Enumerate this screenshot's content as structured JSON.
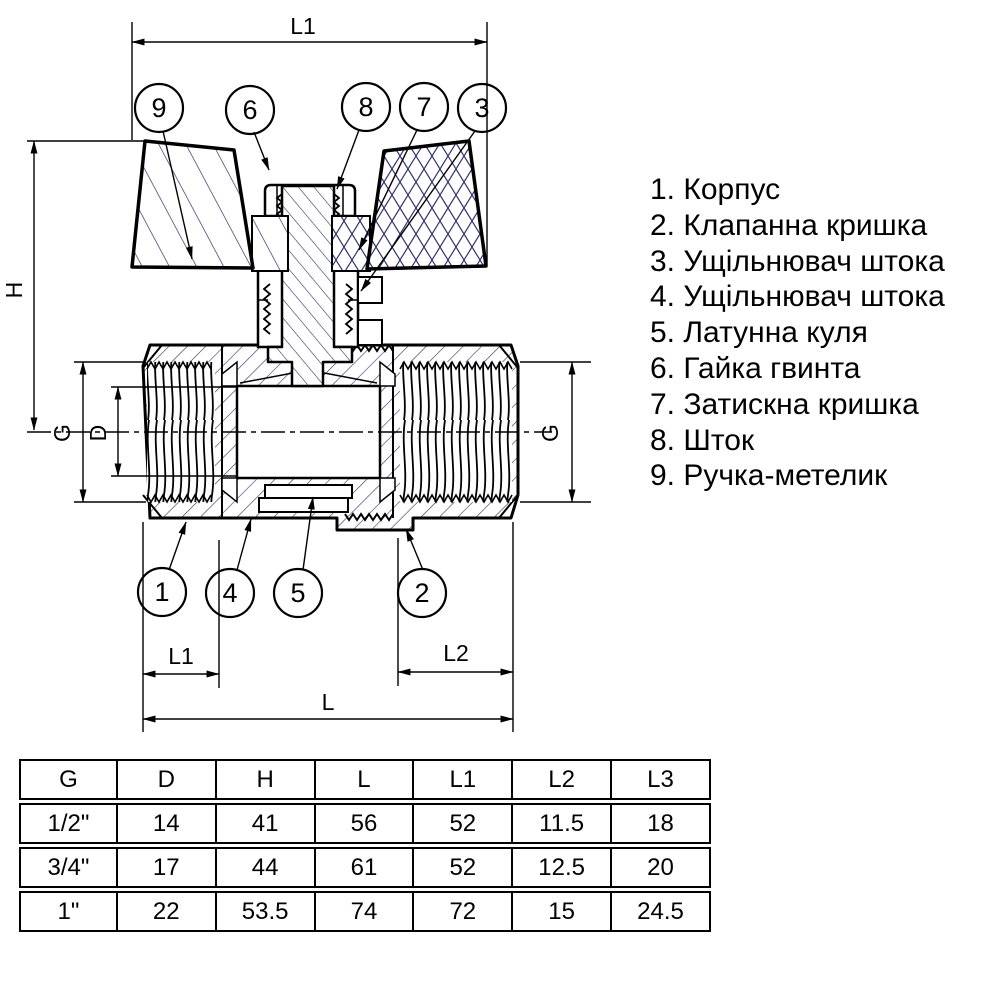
{
  "drawing": {
    "dimension_labels": {
      "top_width": "L1",
      "height": "H",
      "thread_left": "G",
      "bore": "D",
      "thread_right": "G",
      "port_left": "L1",
      "port_right": "L2",
      "total_length": "L"
    },
    "callouts": {
      "c9": "9",
      "c6": "6",
      "c8": "8",
      "c7": "7",
      "c3": "3",
      "c1": "1",
      "c4": "4",
      "c5": "5",
      "c2": "2"
    },
    "colors": {
      "line": "#000000",
      "hatch": "#30306e",
      "background": "#ffffff"
    }
  },
  "parts_list": {
    "items": [
      "1. Корпус",
      "2. Клапанна кришка",
      "3. Ущільнювач штока",
      "4. Ущільнювач штока",
      "5. Латунна куля",
      "6. Гайка гвинта",
      "7. Затискна кришка",
      "8. Шток",
      "9. Ручка-метелик"
    ]
  },
  "table": {
    "headers": [
      "G",
      "D",
      "H",
      "L",
      "L1",
      "L2",
      "L3"
    ],
    "rows": [
      [
        "1/2\"",
        "14",
        "41",
        "56",
        "52",
        "11.5",
        "18"
      ],
      [
        "3/4\"",
        "17",
        "44",
        "61",
        "52",
        "12.5",
        "20"
      ],
      [
        "1\"",
        "22",
        "53.5",
        "74",
        "72",
        "15",
        "24.5"
      ]
    ]
  }
}
